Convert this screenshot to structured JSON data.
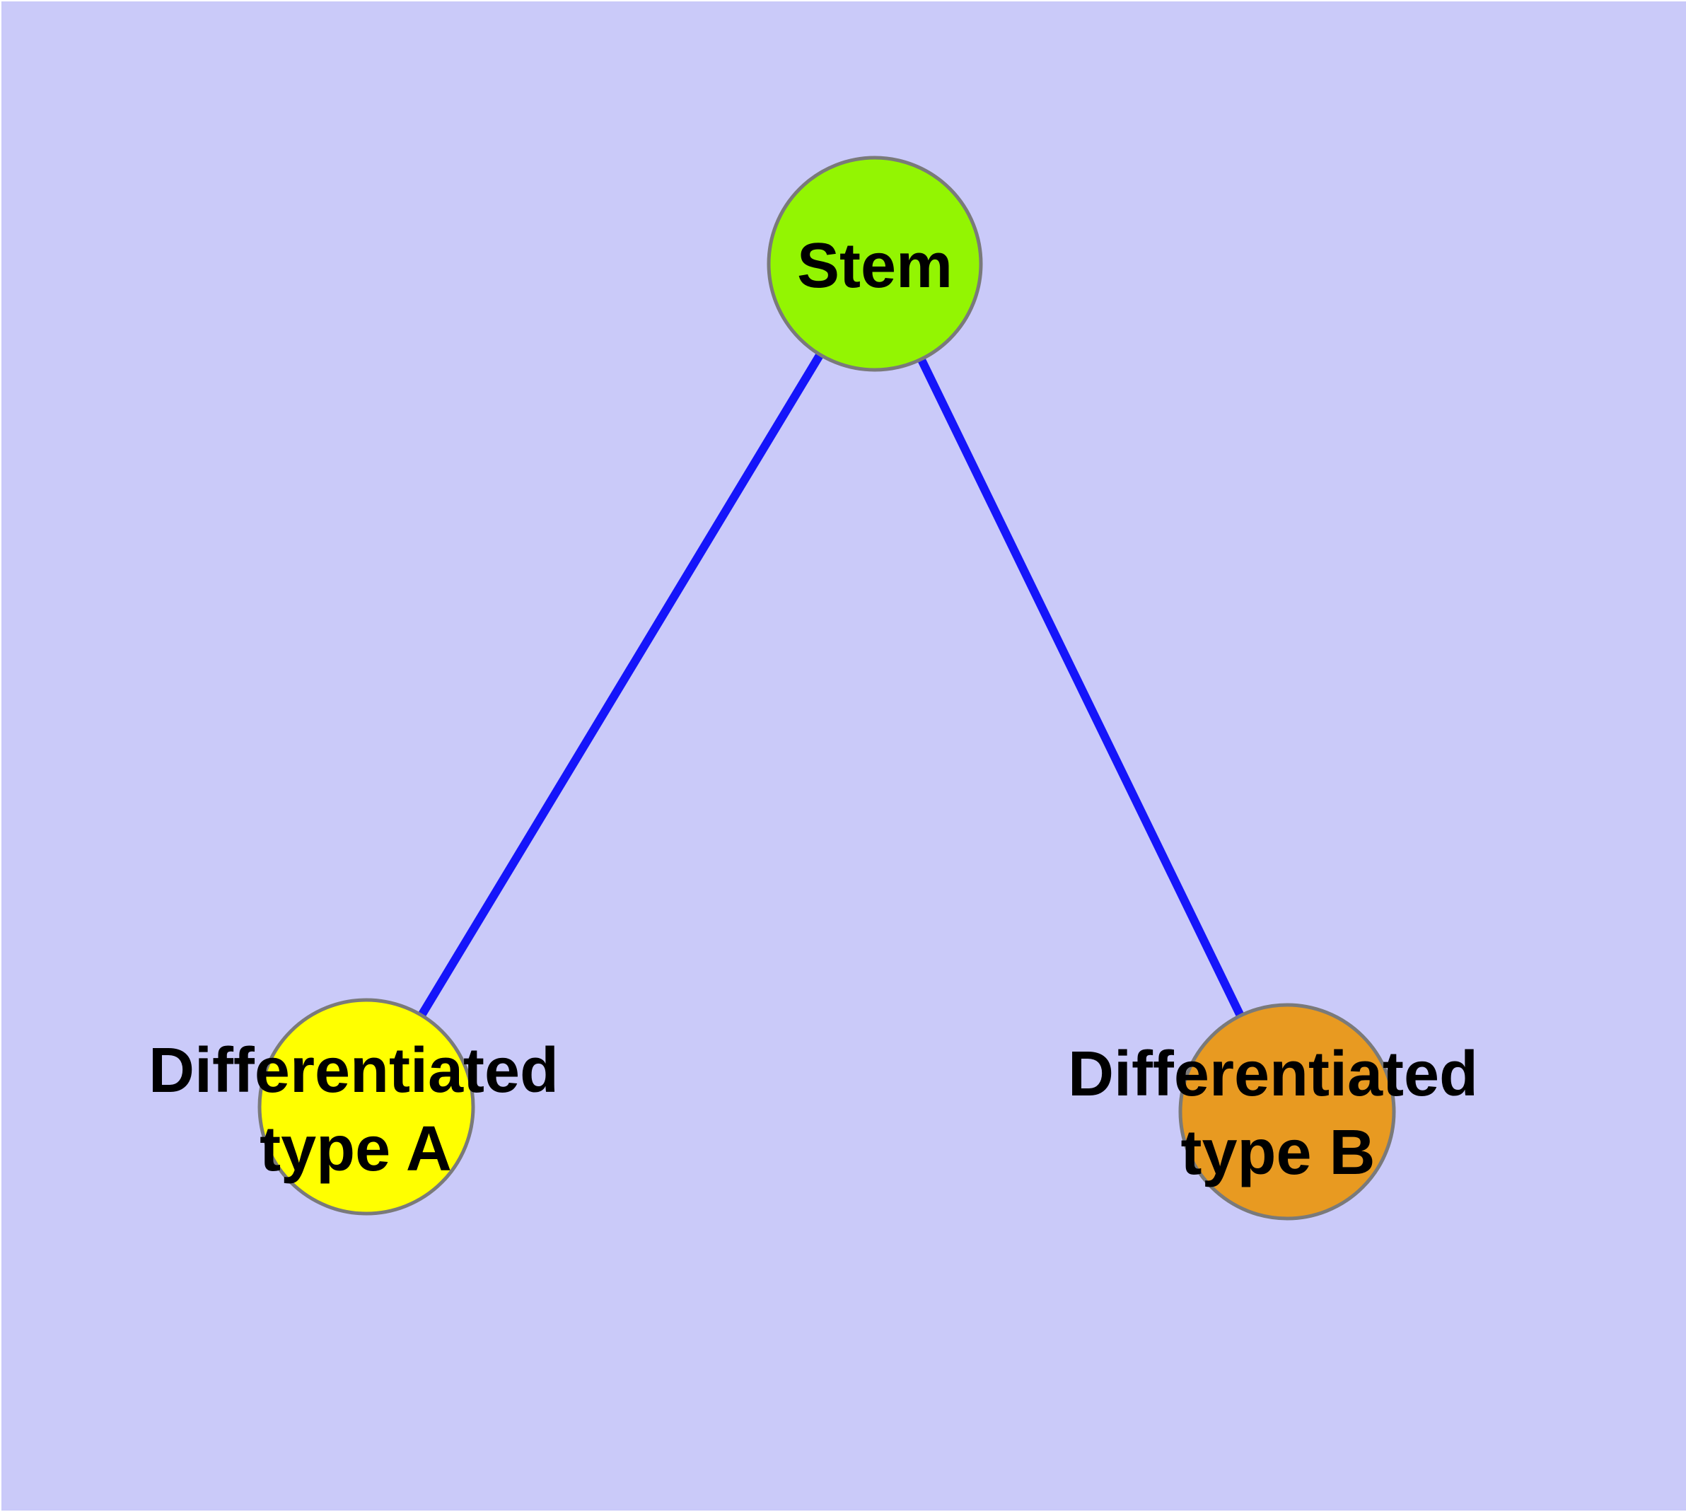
{
  "diagram": {
    "type": "node-link-graph",
    "background_color": "#cacaf9",
    "edge_color": "#1515fa",
    "node_border_color": "#7a7a7a",
    "label_color": "#000000",
    "nodes": {
      "stem": {
        "label": "Stem",
        "fill": "#93f502"
      },
      "type_a": {
        "label": "Differentiated type A",
        "label_line1": "Differentiated",
        "label_line2": "type A",
        "fill": "#ffff00"
      },
      "type_b": {
        "label": "Differentiated type B",
        "label_line1": "Differentiated",
        "label_line2": "type B",
        "fill": "#e89a21"
      }
    },
    "edges": [
      {
        "from": "stem",
        "to": "type_a"
      },
      {
        "from": "stem",
        "to": "type_b"
      }
    ]
  }
}
